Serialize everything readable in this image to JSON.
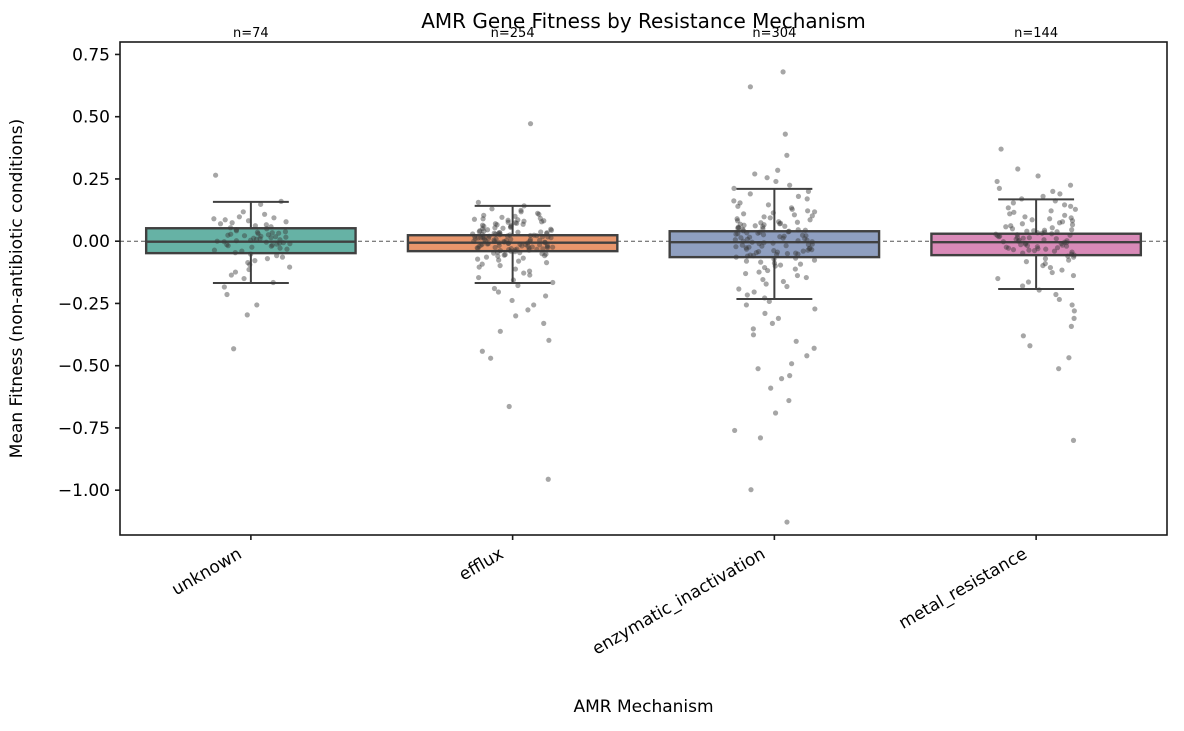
{
  "chart_data": {
    "type": "box",
    "title": "AMR Gene Fitness by Resistance Mechanism",
    "xlabel": "AMR Mechanism",
    "ylabel": "Mean Fitness (non-antibiotic conditions)",
    "categories": [
      "unknown",
      "efflux",
      "enzymatic_inactivation",
      "metal_resistance"
    ],
    "counts": [
      "n=74",
      "n=254",
      "n=304",
      "n=144"
    ],
    "count_values": [
      74,
      254,
      304,
      144
    ],
    "ylim": [
      -1.18,
      0.8
    ],
    "yticks": [
      0.75,
      0.5,
      0.25,
      0.0,
      -0.25,
      -0.5,
      -0.75,
      -1.0
    ],
    "ytick_labels": [
      "0.75",
      "0.50",
      "0.25",
      "0.00",
      "−0.25",
      "−0.50",
      "−0.75",
      "−1.00"
    ],
    "grid": false,
    "reference_line": 0.0,
    "reference_line_style": "dashed",
    "legend": "none",
    "xtick_rotation_deg": 30,
    "colors": [
      "#66b2a5",
      "#e8966c",
      "#8f9fc0",
      "#d98ab8"
    ],
    "box_edge_color": "#404040",
    "point_color": "#3a3a3a",
    "boxes": [
      {
        "label": "unknown",
        "color": "#66b2a5",
        "n": 74,
        "whisker_low": -0.168,
        "q1": -0.048,
        "median": -0.002,
        "q3": 0.052,
        "whisker_high": 0.158
      },
      {
        "label": "efflux",
        "color": "#e8966c",
        "n": 254,
        "whisker_low": -0.168,
        "q1": -0.04,
        "median": -0.006,
        "q3": 0.024,
        "whisker_high": 0.142
      },
      {
        "label": "enzymatic_inactivation",
        "color": "#8f9fc0",
        "n": 304,
        "whisker_low": -0.232,
        "q1": -0.064,
        "median": -0.004,
        "q3": 0.04,
        "whisker_high": 0.21
      },
      {
        "label": "metal_resistance",
        "color": "#d98ab8",
        "n": 144,
        "whisker_low": -0.192,
        "q1": -0.056,
        "median": -0.004,
        "q3": 0.03,
        "whisker_high": 0.168
      }
    ],
    "points": {
      "unknown": [
        0.265,
        0.16,
        0.148,
        0.118,
        0.108,
        0.098,
        0.094,
        0.09,
        0.086,
        0.082,
        0.078,
        0.074,
        0.07,
        0.066,
        0.062,
        0.058,
        0.054,
        0.05,
        0.046,
        0.042,
        0.038,
        0.036,
        0.034,
        0.032,
        0.03,
        0.028,
        0.026,
        0.024,
        0.022,
        0.02,
        0.018,
        0.016,
        0.014,
        0.012,
        0.01,
        0.008,
        0.006,
        0.004,
        0.002,
        0.0,
        -0.002,
        -0.004,
        -0.006,
        -0.008,
        -0.01,
        -0.012,
        -0.014,
        -0.016,
        -0.018,
        -0.02,
        -0.024,
        -0.028,
        -0.032,
        -0.036,
        -0.04,
        -0.046,
        -0.052,
        -0.058,
        -0.064,
        -0.07,
        -0.078,
        -0.086,
        -0.094,
        -0.104,
        -0.114,
        -0.124,
        -0.136,
        -0.15,
        -0.166,
        -0.184,
        -0.214,
        -0.256,
        -0.296,
        -0.432
      ],
      "efflux": [
        0.472,
        0.156,
        0.142,
        0.13,
        0.124,
        0.118,
        0.112,
        0.108,
        0.104,
        0.1,
        0.096,
        0.092,
        0.09,
        0.088,
        0.086,
        0.084,
        0.082,
        0.08,
        0.078,
        0.076,
        0.074,
        0.072,
        0.07,
        0.068,
        0.066,
        0.064,
        0.062,
        0.06,
        0.058,
        0.056,
        0.054,
        0.052,
        0.05,
        0.048,
        0.046,
        0.044,
        0.042,
        0.04,
        0.038,
        0.037,
        0.036,
        0.035,
        0.034,
        0.033,
        0.032,
        0.031,
        0.03,
        0.029,
        0.028,
        0.027,
        0.026,
        0.025,
        0.024,
        0.023,
        0.022,
        0.021,
        0.02,
        0.019,
        0.018,
        0.017,
        0.016,
        0.015,
        0.014,
        0.013,
        0.012,
        0.011,
        0.01,
        0.009,
        0.008,
        0.007,
        0.006,
        0.005,
        0.004,
        0.003,
        0.002,
        0.001,
        0.0,
        -0.001,
        -0.002,
        -0.003,
        -0.004,
        -0.005,
        -0.006,
        -0.007,
        -0.008,
        -0.009,
        -0.01,
        -0.011,
        -0.012,
        -0.013,
        -0.014,
        -0.015,
        -0.016,
        -0.017,
        -0.018,
        -0.019,
        -0.02,
        -0.021,
        -0.022,
        -0.023,
        -0.024,
        -0.025,
        -0.026,
        -0.027,
        -0.028,
        -0.029,
        -0.03,
        -0.031,
        -0.032,
        -0.033,
        -0.034,
        -0.035,
        -0.036,
        -0.038,
        -0.04,
        -0.042,
        -0.044,
        -0.046,
        -0.048,
        -0.05,
        -0.052,
        -0.054,
        -0.056,
        -0.058,
        -0.06,
        -0.064,
        -0.068,
        -0.072,
        -0.076,
        -0.08,
        -0.086,
        -0.092,
        -0.098,
        -0.104,
        -0.112,
        -0.12,
        -0.128,
        -0.136,
        -0.146,
        -0.156,
        -0.166,
        -0.178,
        -0.19,
        -0.204,
        -0.22,
        -0.238,
        -0.256,
        -0.276,
        -0.3,
        -0.33,
        -0.362,
        -0.398,
        -0.442,
        -0.47,
        -0.664,
        -0.956
      ],
      "enzymatic_inactivation": [
        0.68,
        0.62,
        0.43,
        0.345,
        0.285,
        0.27,
        0.255,
        0.24,
        0.225,
        0.212,
        0.2,
        0.19,
        0.18,
        0.17,
        0.162,
        0.154,
        0.146,
        0.14,
        0.134,
        0.128,
        0.122,
        0.118,
        0.114,
        0.11,
        0.106,
        0.102,
        0.098,
        0.094,
        0.09,
        0.086,
        0.082,
        0.078,
        0.076,
        0.074,
        0.072,
        0.07,
        0.068,
        0.066,
        0.064,
        0.062,
        0.06,
        0.058,
        0.056,
        0.054,
        0.052,
        0.05,
        0.048,
        0.046,
        0.044,
        0.042,
        0.04,
        0.038,
        0.036,
        0.034,
        0.032,
        0.03,
        0.028,
        0.026,
        0.024,
        0.022,
        0.02,
        0.018,
        0.016,
        0.014,
        0.012,
        0.01,
        0.008,
        0.006,
        0.004,
        0.002,
        0.0,
        -0.002,
        -0.004,
        -0.006,
        -0.008,
        -0.01,
        -0.012,
        -0.014,
        -0.016,
        -0.018,
        -0.02,
        -0.022,
        -0.024,
        -0.026,
        -0.028,
        -0.03,
        -0.032,
        -0.034,
        -0.036,
        -0.038,
        -0.04,
        -0.042,
        -0.044,
        -0.046,
        -0.048,
        -0.05,
        -0.052,
        -0.054,
        -0.056,
        -0.058,
        -0.06,
        -0.064,
        -0.068,
        -0.072,
        -0.076,
        -0.08,
        -0.084,
        -0.088,
        -0.092,
        -0.096,
        -0.1,
        -0.106,
        -0.112,
        -0.118,
        -0.124,
        -0.13,
        -0.138,
        -0.146,
        -0.154,
        -0.162,
        -0.172,
        -0.182,
        -0.192,
        -0.204,
        -0.216,
        -0.228,
        -0.242,
        -0.256,
        -0.272,
        -0.29,
        -0.31,
        -0.33,
        -0.352,
        -0.376,
        -0.402,
        -0.43,
        -0.46,
        -0.492,
        -0.512,
        -0.54,
        -0.552,
        -0.59,
        -0.64,
        -0.69,
        -0.76,
        -0.79,
        -0.998,
        -1.128
      ],
      "metal_resistance": [
        0.37,
        0.29,
        0.262,
        0.24,
        0.225,
        0.212,
        0.2,
        0.19,
        0.18,
        0.17,
        0.162,
        0.154,
        0.146,
        0.14,
        0.134,
        0.128,
        0.122,
        0.116,
        0.11,
        0.104,
        0.098,
        0.094,
        0.09,
        0.086,
        0.082,
        0.078,
        0.074,
        0.07,
        0.066,
        0.062,
        0.058,
        0.054,
        0.05,
        0.046,
        0.044,
        0.042,
        0.04,
        0.038,
        0.036,
        0.034,
        0.032,
        0.03,
        0.028,
        0.026,
        0.024,
        0.022,
        0.02,
        0.018,
        0.016,
        0.014,
        0.012,
        0.01,
        0.008,
        0.006,
        0.004,
        0.002,
        0.0,
        -0.002,
        -0.004,
        -0.006,
        -0.008,
        -0.01,
        -0.012,
        -0.014,
        -0.016,
        -0.018,
        -0.02,
        -0.022,
        -0.024,
        -0.026,
        -0.028,
        -0.03,
        -0.032,
        -0.034,
        -0.036,
        -0.038,
        -0.04,
        -0.044,
        -0.048,
        -0.052,
        -0.056,
        -0.06,
        -0.064,
        -0.07,
        -0.076,
        -0.082,
        -0.09,
        -0.098,
        -0.106,
        -0.116,
        -0.126,
        -0.138,
        -0.15,
        -0.164,
        -0.18,
        -0.196,
        -0.214,
        -0.234,
        -0.256,
        -0.28,
        -0.31,
        -0.342,
        -0.38,
        -0.42,
        -0.468,
        -0.512,
        -0.8
      ]
    }
  }
}
